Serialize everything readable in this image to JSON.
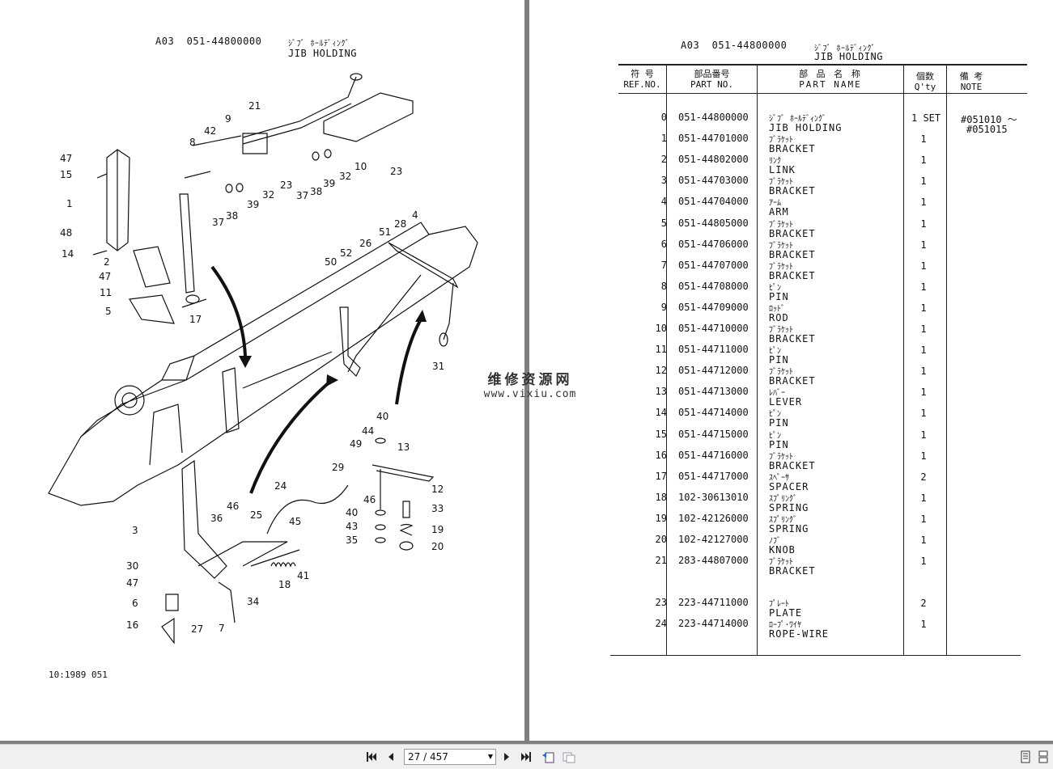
{
  "left_page": {
    "header_code": "A03  051-44800000",
    "header_katakana": "ｼﾞﾌﾞ ﾎｰﾙﾃﾞｨﾝｸﾞ",
    "header_title": "JIB HOLDING",
    "footer_code": "10:1989 051",
    "callouts": [
      "47",
      "15",
      "1",
      "48",
      "14",
      "2",
      "47",
      "11",
      "5",
      "17",
      "8",
      "42",
      "9",
      "21",
      "37",
      "38",
      "39",
      "32",
      "23",
      "37",
      "38",
      "39",
      "32",
      "10",
      "23",
      "50",
      "52",
      "26",
      "51",
      "28",
      "4",
      "31",
      "3",
      "36",
      "46",
      "25",
      "45",
      "24",
      "29",
      "49",
      "44",
      "40",
      "13",
      "12",
      "46",
      "40",
      "33",
      "43",
      "35",
      "19",
      "20",
      "30",
      "47",
      "6",
      "16",
      "27",
      "7",
      "34",
      "18",
      "41"
    ]
  },
  "watermark": {
    "line1": "维修资源网",
    "line2": "www.vixiu.com"
  },
  "right_page": {
    "header_code": "A03  051-44800000",
    "header_katakana": "ｼﾞﾌﾞ ﾎｰﾙﾃﾞｨﾝｸﾞ",
    "header_title": "JIB HOLDING",
    "columns": {
      "ref_jp": "符 号",
      "ref_en": "REF.NO.",
      "part_jp": "部品番号",
      "part_en": "PART NO.",
      "name_jp": "部 品 名 称",
      "name_en": "PART NAME",
      "qty_jp": "個数",
      "qty_en": "Q'ty",
      "note_jp": "備 考",
      "note_en": "NOTE"
    },
    "rows": [
      {
        "ref": "0",
        "part": "051-44800000",
        "name_jp": "ｼﾞﾌﾞ ﾎｰﾙﾃﾞｨﾝｸﾞ",
        "name_en": "JIB HOLDING",
        "qty": "1 SET",
        "note": "#051010 ～",
        "note2": "#051015"
      },
      {
        "ref": "1",
        "part": "051-44701000",
        "name_jp": "ﾌﾞﾗｹｯﾄ",
        "name_en": "BRACKET",
        "qty": "1"
      },
      {
        "ref": "2",
        "part": "051-44802000",
        "name_jp": "ﾘﾝｸ",
        "name_en": "LINK",
        "qty": "1"
      },
      {
        "ref": "3",
        "part": "051-44703000",
        "name_jp": "ﾌﾞﾗｹｯﾄ",
        "name_en": "BRACKET",
        "qty": "1"
      },
      {
        "ref": "4",
        "part": "051-44704000",
        "name_jp": "ｱｰﾑ",
        "name_en": "ARM",
        "qty": "1"
      },
      {
        "ref": "5",
        "part": "051-44805000",
        "name_jp": "ﾌﾞﾗｹｯﾄ",
        "name_en": "BRACKET",
        "qty": "1"
      },
      {
        "ref": "6",
        "part": "051-44706000",
        "name_jp": "ﾌﾞﾗｹｯﾄ",
        "name_en": "BRACKET",
        "qty": "1"
      },
      {
        "ref": "7",
        "part": "051-44707000",
        "name_jp": "ﾌﾞﾗｹｯﾄ",
        "name_en": "BRACKET",
        "qty": "1"
      },
      {
        "ref": "8",
        "part": "051-44708000",
        "name_jp": "ﾋﾟﾝ",
        "name_en": "PIN",
        "qty": "1"
      },
      {
        "ref": "9",
        "part": "051-44709000",
        "name_jp": "ﾛｯﾄﾞ",
        "name_en": "ROD",
        "qty": "1"
      },
      {
        "ref": "10",
        "part": "051-44710000",
        "name_jp": "ﾌﾞﾗｹｯﾄ",
        "name_en": "BRACKET",
        "qty": "1"
      },
      {
        "ref": "11",
        "part": "051-44711000",
        "name_jp": "ﾋﾟﾝ",
        "name_en": "PIN",
        "qty": "1"
      },
      {
        "ref": "12",
        "part": "051-44712000",
        "name_jp": "ﾌﾞﾗｹｯﾄ",
        "name_en": "BRACKET",
        "qty": "1"
      },
      {
        "ref": "13",
        "part": "051-44713000",
        "name_jp": "ﾚﾊﾞｰ",
        "name_en": "LEVER",
        "qty": "1"
      },
      {
        "ref": "14",
        "part": "051-44714000",
        "name_jp": "ﾋﾟﾝ",
        "name_en": "PIN",
        "qty": "1"
      },
      {
        "ref": "15",
        "part": "051-44715000",
        "name_jp": "ﾋﾟﾝ",
        "name_en": "PIN",
        "qty": "1"
      },
      {
        "ref": "16",
        "part": "051-44716000",
        "name_jp": "ﾌﾞﾗｹｯﾄ",
        "name_en": "BRACKET",
        "qty": "1"
      },
      {
        "ref": "17",
        "part": "051-44717000",
        "name_jp": "ｽﾍﾟｰｻ",
        "name_en": "SPACER",
        "qty": "2"
      },
      {
        "ref": "18",
        "part": "102-30613010",
        "name_jp": "ｽﾌﾟﾘﾝｸﾞ",
        "name_en": "SPRING",
        "qty": "1"
      },
      {
        "ref": "19",
        "part": "102-42126000",
        "name_jp": "ｽﾌﾟﾘﾝｸﾞ",
        "name_en": "SPRING",
        "qty": "1"
      },
      {
        "ref": "20",
        "part": "102-42127000",
        "name_jp": "ﾉﾌﾞ",
        "name_en": "KNOB",
        "qty": "1"
      },
      {
        "ref": "21",
        "part": "283-44807000",
        "name_jp": "ﾌﾞﾗｹｯﾄ",
        "name_en": "BRACKET",
        "qty": "1"
      },
      {
        "ref": "23",
        "part": "223-44711000",
        "name_jp": "ﾌﾟﾚｰﾄ",
        "name_en": "PLATE",
        "qty": "2"
      },
      {
        "ref": "24",
        "part": "223-44714000",
        "name_jp": "ﾛｰﾌﾟ･ﾜｲﾔ",
        "name_en": "ROPE-WIRE",
        "qty": "1"
      }
    ]
  },
  "toolbar": {
    "page_indicator": "27 / 457",
    "first_icon": "first-page-icon",
    "prev_icon": "prev-page-icon",
    "next_icon": "next-page-icon",
    "last_icon": "last-page-icon"
  }
}
